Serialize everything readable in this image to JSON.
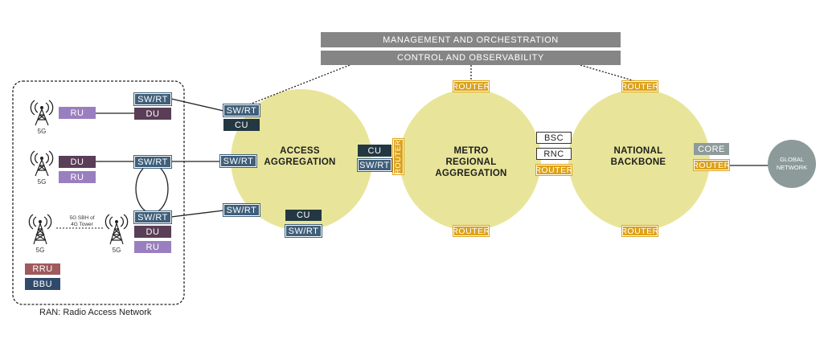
{
  "banners": {
    "management": "MANAGEMENT AND ORCHESTRATION",
    "control": "CONTROL AND OBSERVABILITY"
  },
  "circles": {
    "access": [
      "ACCESS",
      "AGGREGATION"
    ],
    "metro": [
      "METRO",
      "REGIONAL",
      "AGGREGATION"
    ],
    "national": [
      "NATIONAL",
      "BACKBONE"
    ]
  },
  "global_network": [
    "GLOBAL",
    "NETWORK"
  ],
  "ran": {
    "caption": "RAN: Radio Access Network",
    "tower_label": "5G",
    "sbh_label": [
      "5G SBH of",
      "4G Tower"
    ]
  },
  "labels": {
    "swrt": "SW/RT",
    "cu": "CU",
    "du": "DU",
    "ru": "RU",
    "rru": "RRU",
    "bbu": "BBU",
    "router": "ROUTER",
    "bsc": "BSC",
    "rnc": "RNC",
    "core": "CORE"
  },
  "colors": {
    "circle_fill": "#e8e59a",
    "router": "#dda21a",
    "switch": "#3f5f7a",
    "banner": "#858585",
    "global_network": "#8c9a9a"
  }
}
